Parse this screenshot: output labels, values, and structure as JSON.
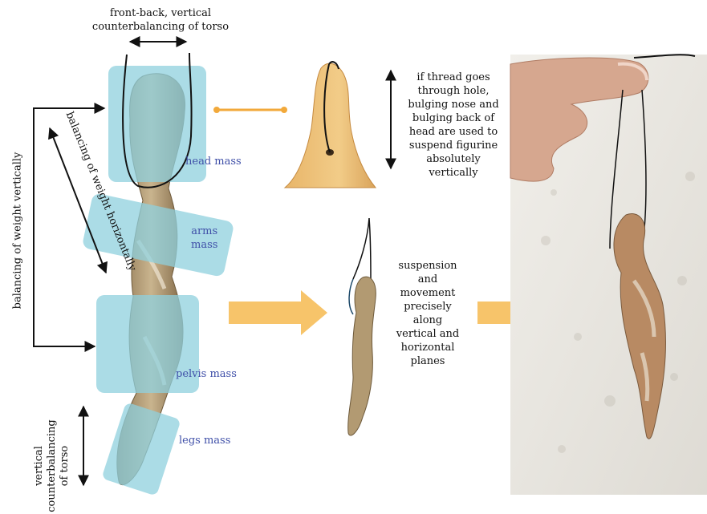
{
  "labels": {
    "top_caption_line1": "front-back, vertical",
    "top_caption_line2": "counterbalancing of torso",
    "balance_vertical": "balancing of weight vertically",
    "balance_horizontal": "balancing of weight horizontally",
    "head_mass": "head mass",
    "arms_mass_line1": "arms",
    "arms_mass_line2": "mass",
    "pelvis_mass": "pelvis mass",
    "legs_mass": "legs mass",
    "vertical_counter_line1": "vertical",
    "vertical_counter_line2": "counterbalancing",
    "vertical_counter_line3": "of torso",
    "thread_note": [
      "if thread goes",
      "through hole,",
      "bulging nose and",
      "bulging back of",
      "head are used to",
      "suspend figurine",
      "absolutely",
      "vertically"
    ],
    "suspension_note": [
      "suspension",
      "and",
      "movement",
      "precisely",
      "along",
      "vertical  and",
      "horizontal",
      "planes"
    ]
  },
  "colors": {
    "mass_box": "#8fd0de",
    "arrow_fill": "#f7c46a",
    "connector": "#f2a93b",
    "mass_label": "#3f4fa8",
    "figurine": "#b9a27c",
    "head_closeup": "#e6b06a",
    "wall": "#e9e7e2"
  }
}
